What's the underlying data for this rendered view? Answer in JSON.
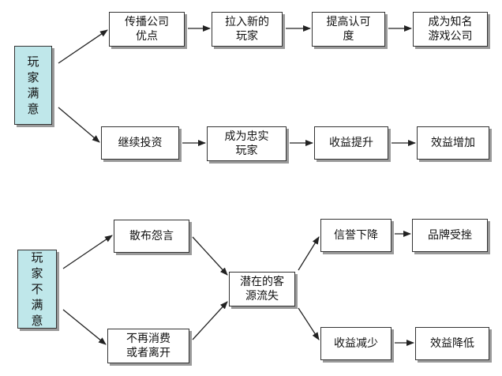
{
  "diagram": {
    "satisfied": {
      "root": "玩\n家\n满\n意",
      "chain_a": [
        "传播公司\n优点",
        "拉入新的\n玩家",
        "提高认可\n度",
        "成为知名\n游戏公司"
      ],
      "chain_b": [
        "继续投资",
        "成为忠实\n玩家",
        "收益提升",
        "效益增加"
      ]
    },
    "unsatisfied": {
      "root": "玩\n家\n不\n满\n意",
      "cause_a": "散布怨言",
      "cause_b": "不再消费\n或者离开",
      "merge": "潜在的客\n源流失",
      "branch_a": [
        "信誉下降",
        "品牌受挫"
      ],
      "branch_b": [
        "收益减少",
        "效益降低"
      ]
    }
  },
  "colors": {
    "root_fill": "#bfe7ea",
    "box_border": "#333333",
    "box_shadow": "#9a9a9a",
    "arrow": "#222222"
  }
}
